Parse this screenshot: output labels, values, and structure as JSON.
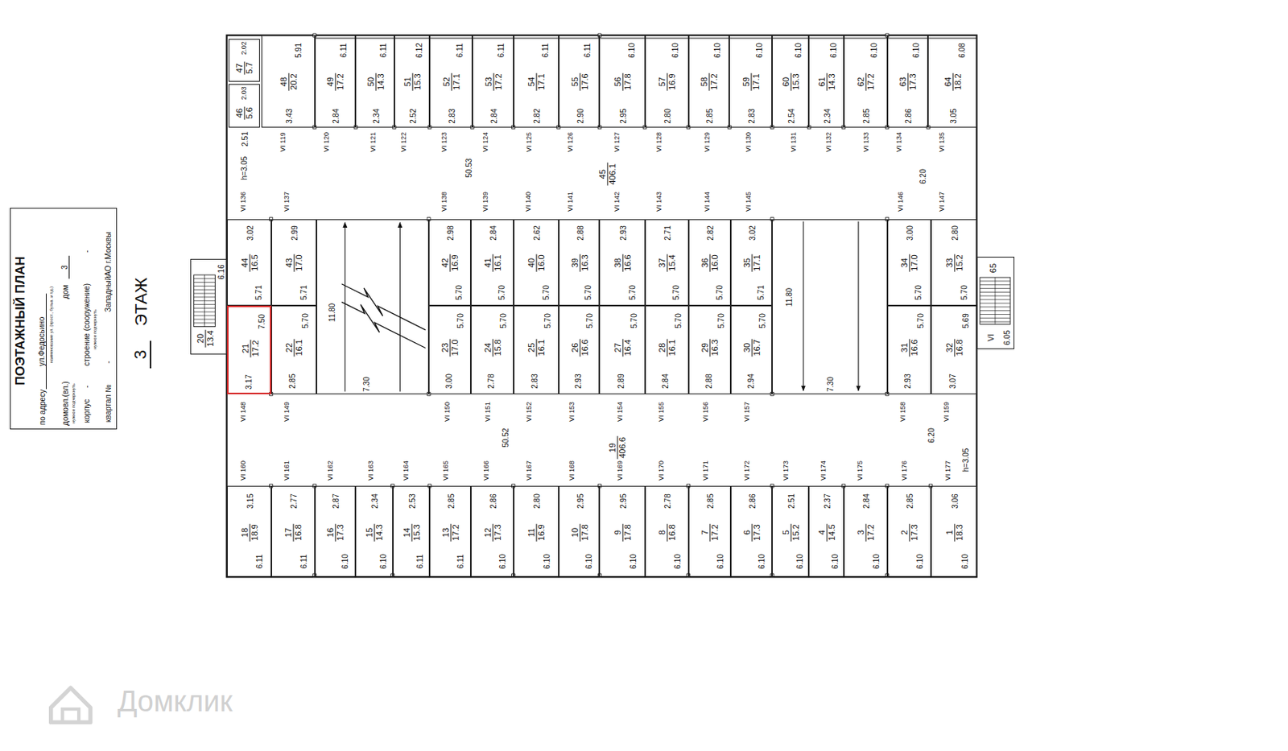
{
  "diagram": {
    "nodes": [
      {
        "text": [
          "ПОЭТАЖНЫЙ ПЛАН",
          "по адресу",
          "ул.Федосьино",
          "наименование ул. (прост., бульв. и т.д.)",
          "домовл.(вл.)",
          "дом",
          "3",
          "нужное подчеркнуть",
          "корпус",
          "-",
          "строение (сооружение)",
          "-",
          "нужное подчеркнуть",
          "квартал №",
          "-",
          "ЗападныйАО г.Москвы"
        ]
      },
      {
        "text": [
          "47",
          "5.7",
          "2.02"
        ]
      },
      {
        "text": [
          "46",
          "5.6",
          "2.03"
        ]
      },
      {
        "text": [
          "48",
          "20.2",
          "5.91",
          "3.43"
        ]
      },
      {
        "text": [
          "49",
          "17.2",
          "6.11",
          "2.84"
        ]
      },
      {
        "text": [
          "50",
          "14.3",
          "6.11",
          "2.34"
        ]
      },
      {
        "text": [
          "51",
          "15.3",
          "6.12",
          "2.52"
        ]
      },
      {
        "text": [
          "52",
          "17.1",
          "6.11",
          "2.83"
        ]
      },
      {
        "text": [
          "53",
          "17.2",
          "6.11",
          "2.84"
        ]
      },
      {
        "text": [
          "54",
          "17.1",
          "6.11",
          "2.82"
        ]
      },
      {
        "text": [
          "55",
          "17.6",
          "6.11",
          "2.90"
        ]
      },
      {
        "text": [
          "56",
          "17.8",
          "6.10",
          "2.95"
        ]
      },
      {
        "text": [
          "57",
          "16.9",
          "6.10",
          "2.80"
        ]
      },
      {
        "text": [
          "58",
          "17.2",
          "6.10",
          "2.85"
        ]
      },
      {
        "text": [
          "59",
          "17.1",
          "6.10",
          "2.83"
        ]
      },
      {
        "text": [
          "60",
          "15.3",
          "6.10",
          "2.54"
        ]
      },
      {
        "text": [
          "61",
          "14.3",
          "6.10",
          "2.34"
        ]
      },
      {
        "text": [
          "62",
          "17.2",
          "6.10",
          "2.85"
        ]
      },
      {
        "text": [
          "63",
          "17.3",
          "6.10",
          "2.86"
        ]
      },
      {
        "text": [
          "64",
          "18.2",
          "6.08",
          "3.05"
        ]
      },
      {
        "text": [
          "45",
          "406.1"
        ]
      },
      {
        "text": [
          "44",
          "16.5",
          "3.02",
          "5.71"
        ]
      },
      {
        "text": [
          "43",
          "17.0",
          "2.99",
          "5.71"
        ]
      },
      {
        "text": [
          "11.80",
          "7.30"
        ]
      },
      {
        "text": [
          "42",
          "16.9",
          "2.98",
          "5.70"
        ]
      },
      {
        "text": [
          "41",
          "16.1",
          "2.84",
          "5.70"
        ]
      },
      {
        "text": [
          "40",
          "16.0",
          "2.62",
          "5.70"
        ]
      },
      {
        "text": [
          "39",
          "16.3",
          "2.88",
          "5.70"
        ]
      },
      {
        "text": [
          "38",
          "16.6",
          "2.93",
          "5.70"
        ]
      },
      {
        "text": [
          "37",
          "15.4",
          "2.71",
          "5.70"
        ]
      },
      {
        "text": [
          "36",
          "16.0",
          "2.82",
          "5.70"
        ]
      },
      {
        "text": [
          "35",
          "17.1",
          "3.02",
          "5.71"
        ]
      },
      {
        "text": [
          "11.80",
          "7.30"
        ]
      },
      {
        "text": [
          "34",
          "17.0",
          "3.00",
          "5.70"
        ]
      },
      {
        "text": [
          "33",
          "15.2",
          "2.80",
          "5.70"
        ]
      },
      {
        "text": [
          "21",
          "17.2",
          "7.50",
          "3.17"
        ]
      },
      {
        "text": [
          "22",
          "16.1",
          "5.70",
          "2.85"
        ]
      },
      {
        "text": [
          "23",
          "17.0",
          "5.70",
          "3.00"
        ]
      },
      {
        "text": [
          "24",
          "15.8",
          "5.70",
          "2.78"
        ]
      },
      {
        "text": [
          "25",
          "16.1",
          "5.70",
          "2.83"
        ]
      },
      {
        "text": [
          "26",
          "16.6",
          "5.70",
          "2.93"
        ]
      },
      {
        "text": [
          "27",
          "16.4",
          "5.70",
          "2.89"
        ]
      },
      {
        "text": [
          "28",
          "16.1",
          "5.70",
          "2.84"
        ]
      },
      {
        "text": [
          "29",
          "16.3",
          "5.70",
          "2.88"
        ]
      },
      {
        "text": [
          "30",
          "16.7",
          "5.70",
          "2.94"
        ]
      },
      {
        "text": [
          "31",
          "16.6",
          "5.70",
          "2.93"
        ]
      },
      {
        "text": [
          "32",
          "16.8",
          "5.69",
          "3.07"
        ]
      },
      {
        "text": [
          "20",
          "13.4",
          "6.16"
        ]
      },
      {
        "text": [
          "65",
          "VI",
          "6.05"
        ]
      },
      {
        "text": [
          "19",
          "406.6"
        ]
      },
      {
        "text": [
          "18",
          "18.9",
          "3.15",
          "6.11"
        ]
      },
      {
        "text": [
          "17",
          "16.8",
          "2.77",
          "6.11"
        ]
      },
      {
        "text": [
          "16",
          "17.3",
          "2.87",
          "6.10"
        ]
      },
      {
        "text": [
          "15",
          "14.3",
          "2.34",
          "6.10"
        ]
      },
      {
        "text": [
          "14",
          "15.3",
          "2.53",
          "6.11"
        ]
      },
      {
        "text": [
          "13",
          "17.2",
          "2.85",
          "6.11"
        ]
      },
      {
        "text": [
          "12",
          "17.3",
          "2.86",
          "6.10"
        ]
      },
      {
        "text": [
          "11",
          "16.9",
          "2.80",
          "6.10"
        ]
      },
      {
        "text": [
          "10",
          "17.8",
          "2.95",
          "6.10"
        ]
      },
      {
        "text": [
          "9",
          "17.8",
          "2.95",
          "6.10"
        ]
      },
      {
        "text": [
          "8",
          "16.8",
          "2.78",
          "6.10"
        ]
      },
      {
        "text": [
          "7",
          "17.2",
          "2.85",
          "6.10"
        ]
      },
      {
        "text": [
          "6",
          "17.3",
          "2.86",
          "6.10"
        ]
      },
      {
        "text": [
          "5",
          "15.2",
          "2.51",
          "6.10"
        ]
      },
      {
        "text": [
          "4",
          "14.5",
          "2.37",
          "6.10"
        ]
      },
      {
        "text": [
          "3",
          "17.2",
          "2.84",
          "6.10"
        ]
      },
      {
        "text": [
          "2",
          "17.3",
          "2.85",
          "6.10"
        ]
      },
      {
        "text": [
          "1",
          "18.3",
          "3.06",
          "6.10"
        ]
      }
    ],
    "labels": [
      "3",
      "ЭТАЖ",
      "2.51",
      "h=3.05",
      "50.53",
      "6.20",
      "VI 119",
      "VI 120",
      "VI 121",
      "VI 122",
      "VI 123",
      "VI 124",
      "VI 125",
      "VI 126",
      "VI 127",
      "VI 128",
      "VI 129",
      "VI 130",
      "VI 131",
      "VI 132",
      "VI 133",
      "VI 134",
      "VI 135",
      "VI 136",
      "VI 137",
      "VI 138",
      "VI 139",
      "VI 140",
      "VI 141",
      "VI 142",
      "VI 143",
      "VI 144",
      "VI 145",
      "VI 146",
      "VI 147",
      "VI 148",
      "VI 149",
      "VI 150",
      "VI 151",
      "VI 152",
      "VI 153",
      "VI 154",
      "VI 155",
      "VI 156",
      "VI 157",
      "VI 158",
      "VI 159",
      "50.52",
      "6.20",
      "h=3.05",
      "VI 160",
      "VI 161",
      "VI 162",
      "VI 163",
      "VI 164",
      "VI 165",
      "VI 166",
      "VI 167",
      "VI 168",
      "VI 169",
      "VI 170",
      "VI 171",
      "VI 172",
      "VI 173",
      "VI 174",
      "VI 175",
      "VI 176",
      "VI 177",
      "Домклик"
    ]
  }
}
